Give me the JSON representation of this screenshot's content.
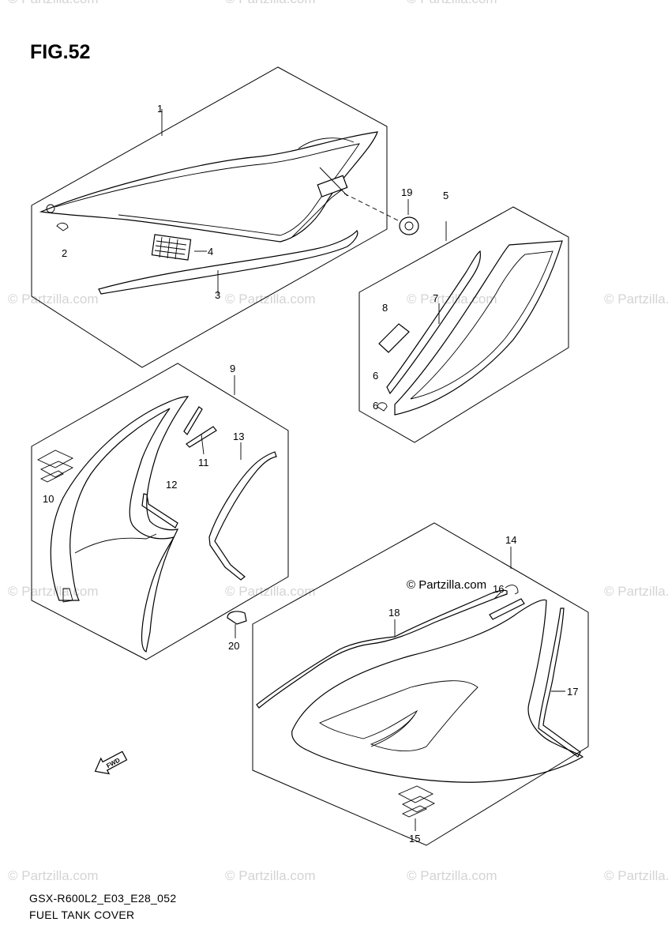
{
  "figure": {
    "title": "FIG.52",
    "model_code": "GSX-R600L2_E03_E28_052",
    "caption": "FUEL TANK COVER",
    "copyright": "© Partzilla.com",
    "direction_label": "FWD",
    "watermark_text": "© Partzilla.com"
  },
  "callouts": {
    "c1": "1",
    "c2": "2",
    "c3": "3",
    "c4": "4",
    "c5": "5",
    "c6": "6",
    "c7": "7",
    "c8": "8",
    "c6b": "6",
    "c9": "9",
    "c10": "10",
    "c11": "11",
    "c12": "12",
    "c13": "13",
    "c14": "14",
    "c15": "15",
    "c16": "16",
    "c17": "17",
    "c18": "18",
    "c19": "19",
    "c20": "20"
  },
  "colors": {
    "line": "#000000",
    "watermark": "#d4d4d4",
    "background": "#ffffff"
  }
}
